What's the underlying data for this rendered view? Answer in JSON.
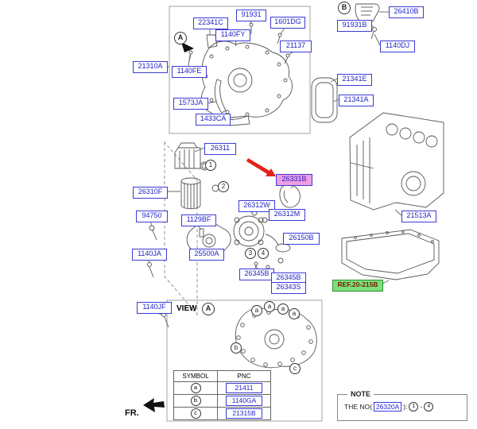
{
  "colors": {
    "label_border": "#3b3bd6",
    "label_text": "#1f1fc8",
    "highlight_bg": "#ef9ee3",
    "ref_bg": "#7be07b",
    "ref_text": "#7a1a00",
    "arrow_red": "#e32219"
  },
  "callouts": [
    {
      "label": "22341C"
    },
    {
      "label": "91931"
    },
    {
      "label": "1601DG"
    },
    {
      "label": "1140FY"
    },
    {
      "label": "21137"
    },
    {
      "label": "21310A"
    },
    {
      "label": "1140FE"
    },
    {
      "label": "1573JA"
    },
    {
      "label": "1433CA"
    },
    {
      "label": "26410B"
    },
    {
      "label": "91931B"
    },
    {
      "label": "1140DJ"
    },
    {
      "label": "21341E"
    },
    {
      "label": "21341A"
    },
    {
      "label": "26311"
    },
    {
      "label": "26310F"
    },
    {
      "label": "26331B"
    },
    {
      "label": "94750"
    },
    {
      "label": "1129BF"
    },
    {
      "label": "26312W"
    },
    {
      "label": "26312M"
    },
    {
      "label": "26150B"
    },
    {
      "label": "1140JA"
    },
    {
      "label": "25500A"
    },
    {
      "label": "26345B"
    },
    {
      "label": "26345B"
    },
    {
      "label": "26343S"
    },
    {
      "label": "1140JF"
    },
    {
      "label": "21513A"
    },
    {
      "label": "REF.20-215B"
    }
  ],
  "markers": [
    "A",
    "B",
    "1",
    "2",
    "3",
    "4",
    "a",
    "a",
    "a",
    "a",
    "b",
    "c"
  ],
  "view": {
    "title": "VIEW",
    "marker": "A"
  },
  "table": {
    "headers": [
      "SYMBOL",
      "PNC"
    ],
    "rows": [
      {
        "symbol": "a",
        "pnc": "21411"
      },
      {
        "symbol": "b",
        "pnc": "1140GA"
      },
      {
        "symbol": "c",
        "pnc": "21315B"
      }
    ]
  },
  "note": {
    "title": "NOTE",
    "prefix": "THE NO(",
    "part": "26320A",
    "close": "):",
    "from": "1",
    "dash": "-",
    "to": "4"
  },
  "fr": {
    "label": "FR."
  }
}
